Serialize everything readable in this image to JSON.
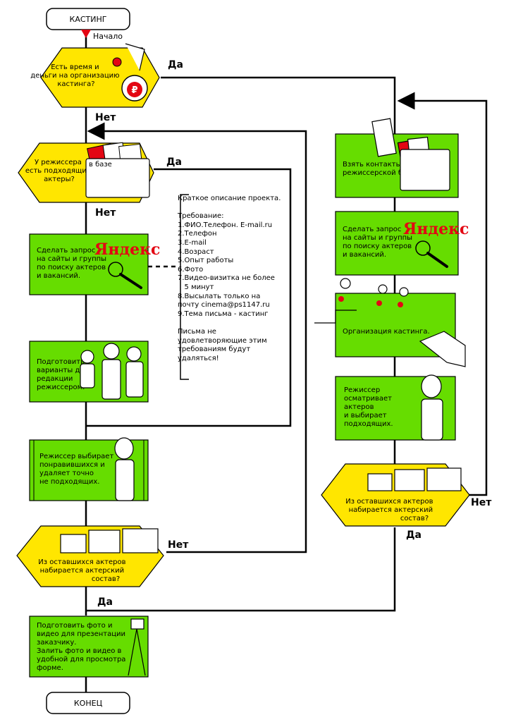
{
  "colors": {
    "process": "#66dd00",
    "decision": "#ffe600",
    "line": "#000000",
    "stamp": "#e30613"
  },
  "terminals": {
    "start": "КАСТИНГ",
    "end": "КОНЕЦ",
    "start_marker": "Начало"
  },
  "left": {
    "d1": [
      "Есть время и",
      "деньги на организацию",
      "кастинга?"
    ],
    "d2": [
      "У режиссера",
      "есть подходящие",
      "актеры?"
    ],
    "d2_card": "в базе",
    "p1": [
      "Сделать запрос",
      "на сайты и группы",
      "по поиску актеров",
      "и вакансий."
    ],
    "p2": [
      "Подготовить",
      "варианты для",
      "редакции",
      "режиссером."
    ],
    "p3": [
      "Режиссер выбирает",
      "понравившихся и",
      "удаляет точно",
      "не подходящих."
    ],
    "d3": [
      "Из оставшихся актеров",
      "набирается актерский",
      "состав?"
    ],
    "p4": [
      "Подготовить фото и",
      "видео для презентации",
      "заказчику.",
      "Залить фото и видео в",
      "удобной для просмотра",
      "форме."
    ]
  },
  "right": {
    "p1": [
      "Взять контакты из",
      "режиссерской базы."
    ],
    "p2": [
      "Сделать запрос",
      "на сайты и группы",
      "по поиску актеров",
      "и вакансий."
    ],
    "p3": "Организация кастинга.",
    "p4": [
      "Режиссер",
      "осматривает",
      "актеров",
      "и выбирает",
      "подходящих."
    ],
    "d1": [
      "Из оставшихся актеров",
      "набирается актерский",
      "состав?"
    ]
  },
  "edges": {
    "yes": "Да",
    "no": "Нет"
  },
  "logo_text": "Яндекс",
  "currency_symbol": "₽",
  "note": [
    "Краткое описание проекта.",
    "",
    "Требование:",
    "1.ФИО.Телефон. E-mail.ru",
    "2.Телефон",
    "3.E-mail",
    "4.Возраст",
    "5.Опыт работы",
    "6.Фото",
    "7.Видео-визитка не более",
    "   5 минут",
    "8.Высылать только на",
    "почту cinema@ps1147.ru",
    "9.Тема письма - кастинг",
    "",
    "Письма не",
    "удовлетворяющие этим",
    "требованиям будут",
    "удаляться!"
  ]
}
